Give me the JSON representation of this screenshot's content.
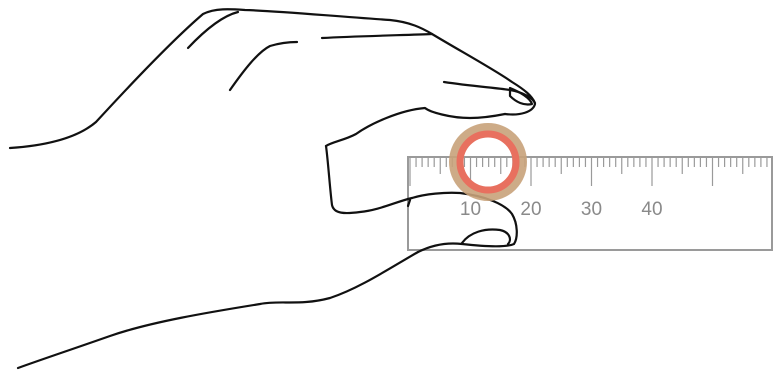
{
  "ruler": {
    "labels": [
      "10",
      "20",
      "30",
      "40"
    ],
    "label_values_mm": [
      10,
      20,
      30,
      40
    ],
    "color": "#9a9a9a",
    "label_color": "#8a8a8a"
  },
  "ring": {
    "inner_color": "#e8705f",
    "outer_color": "#c8a27a"
  },
  "hand": {
    "stroke_color": "#111111"
  }
}
